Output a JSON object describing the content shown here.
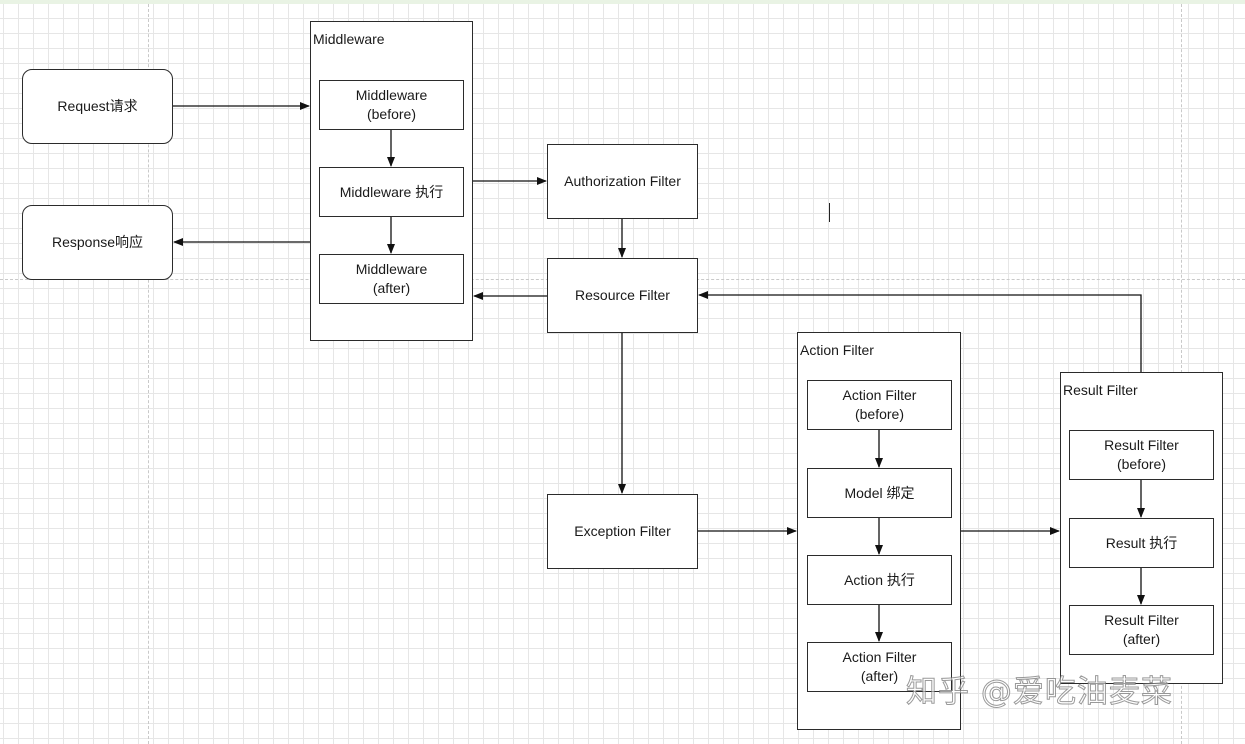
{
  "diagram": {
    "request": "Request请求",
    "response": "Response响应",
    "middleware": {
      "title": "Middleware",
      "before": "Middleware\n(before)",
      "exec": "Middleware 执行",
      "after": "Middleware\n(after)"
    },
    "authorization_filter": "Authorization Filter",
    "resource_filter": "Resource Filter",
    "exception_filter": "Exception Filter",
    "action_filter": {
      "title": "Action Filter",
      "before": "Action Filter\n(before)",
      "model_binding": "Model 绑定",
      "exec": "Action 执行",
      "after": "Action Filter\n(after)"
    },
    "result_filter": {
      "title": "Result Filter",
      "before": "Result Filter\n(before)",
      "exec": "Result 执行",
      "after": "Result Filter\n(after)"
    }
  },
  "watermark": "知乎 @爱吃油麦菜",
  "colors": {
    "stroke": "#2b2b2b",
    "grid": "#e6e6e6",
    "background": "#ffffff"
  }
}
